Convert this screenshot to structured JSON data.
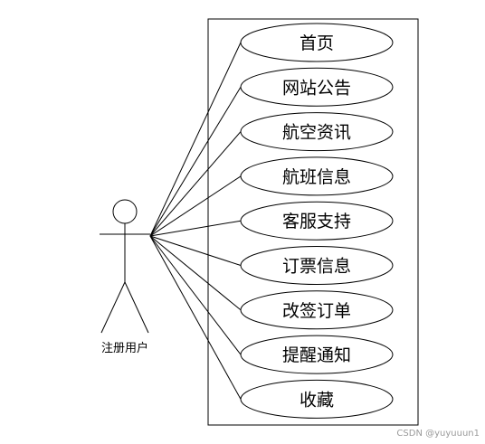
{
  "actor": {
    "label": "注册用户"
  },
  "use_cases": [
    {
      "label": "首页"
    },
    {
      "label": "网站公告"
    },
    {
      "label": "航空资讯"
    },
    {
      "label": "航班信息"
    },
    {
      "label": "客服支持"
    },
    {
      "label": "订票信息"
    },
    {
      "label": "改签订单"
    },
    {
      "label": "提醒通知"
    },
    {
      "label": "收藏"
    }
  ],
  "watermark": "CSDN @yuyuuun1",
  "colors": {
    "stroke": "#000000",
    "background": "#ffffff",
    "watermark": "#9a9a9a"
  }
}
